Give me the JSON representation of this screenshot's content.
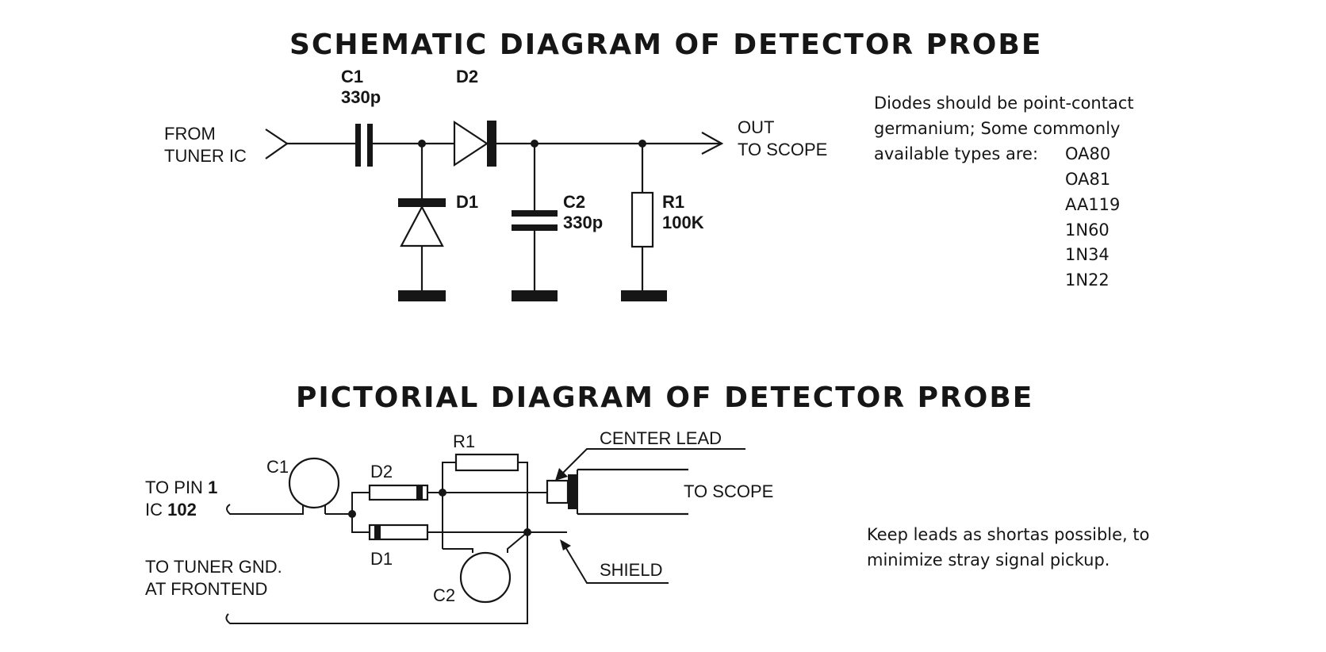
{
  "schematic": {
    "title": "SCHEMATIC DIAGRAM OF DETECTOR PROBE",
    "input_label_1": "FROM",
    "input_label_2": "TUNER IC",
    "output_label_1": "OUT",
    "output_label_2": "TO SCOPE",
    "c1_name": "C1",
    "c1_value": "330p",
    "d2_name": "D2",
    "d1_name": "D1",
    "c2_name": "C2",
    "c2_value": "330p",
    "r1_name": "R1",
    "r1_value": "100K"
  },
  "diode_note": {
    "line1": "Diodes should be point-contact",
    "line2": "germanium; Some commonly",
    "line3": "available types are:",
    "types": [
      "OA80",
      "OA81",
      "AA119",
      "1N60",
      "1N34",
      "1N22"
    ]
  },
  "pictorial": {
    "title": "PICTORIAL DIAGRAM OF DETECTOR PROBE",
    "c1_name": "C1",
    "d2_name": "D2",
    "r1_name": "R1",
    "d1_name": "D1",
    "c2_name": "C2",
    "pin_label": "TO PIN ",
    "pin_number": "1",
    "ic_label": "IC ",
    "ic_number": "102",
    "gnd_label_1": "TO TUNER GND.",
    "gnd_label_2": "AT FRONTEND",
    "center_lead": "CENTER LEAD",
    "shield": "SHIELD",
    "to_scope": "TO SCOPE"
  },
  "lead_note": {
    "line1": "Keep leads as shortas possible, to",
    "line2": "minimize stray signal pickup."
  }
}
